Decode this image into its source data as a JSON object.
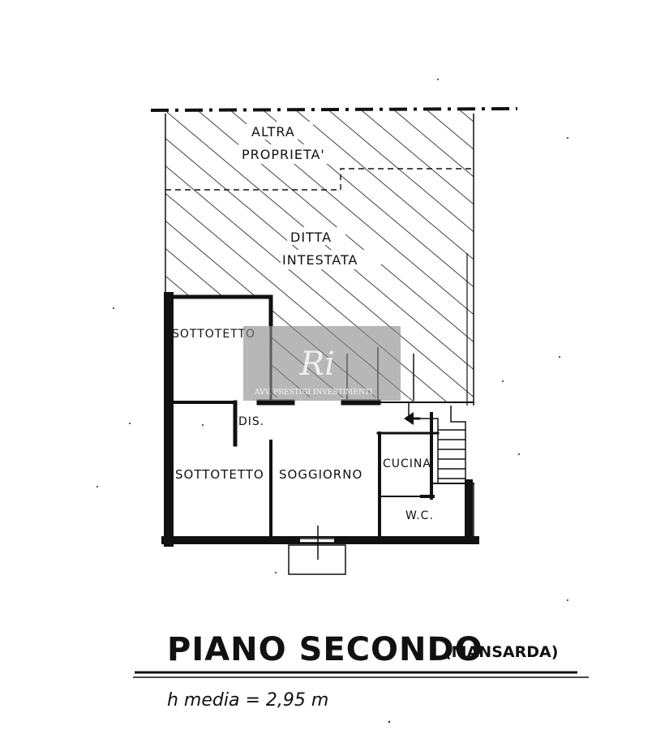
{
  "labels": {
    "altra_line1": "ALTRA",
    "altra_line2": "PROPRIETA'",
    "ditta_line1": "DITTA",
    "ditta_line2": "INTESTATA",
    "sottotetto_top": "SOTTOTETTO",
    "dis": "DIS.",
    "sottotetto_left": "SOTTOTETTO",
    "soggiorno": "SOGGIORNO",
    "cucina": "CUCINA",
    "wc": "W.C."
  },
  "title": {
    "main": "PIANO SECONDO",
    "sub": "(MANSARDA)"
  },
  "height_note": "h media = 2,95 m",
  "watermark": {
    "logo": "Ri",
    "text": "AVV. PRESTIGI INVESTIMENTI"
  }
}
